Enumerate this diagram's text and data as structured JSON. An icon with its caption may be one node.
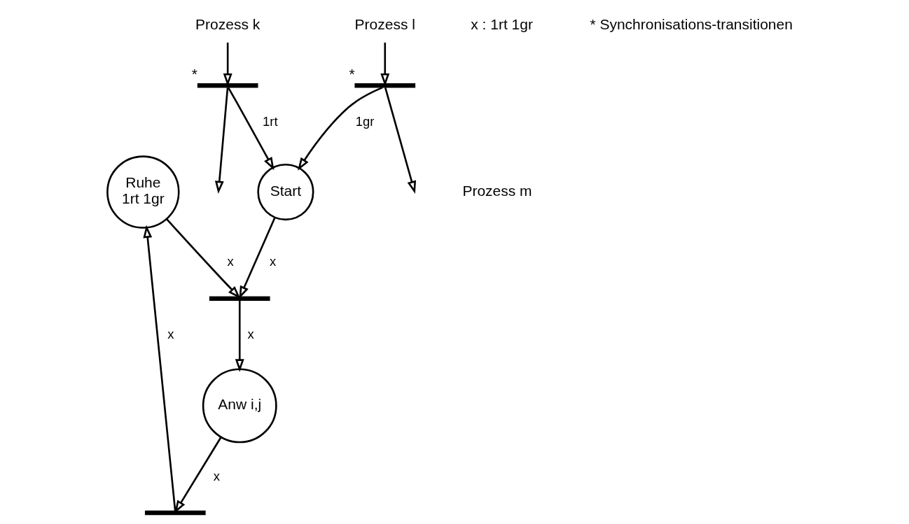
{
  "diagram": {
    "nodes": [
      {
        "text": [
          "Ruhe",
          "1rt 1gr"
        ]
      },
      {
        "text": [
          "Start"
        ]
      },
      {
        "text": [
          "Prozess k"
        ]
      },
      {
        "text": [
          "Prozess l"
        ]
      },
      {
        "text": [],
        "shape": "bar",
        "beside": [
          "*"
        ]
      },
      {
        "text": [],
        "shape": "bar",
        "beside": [
          "*"
        ]
      },
      {
        "text": [],
        "shape": "bar"
      },
      {
        "text": [],
        "shape": "bar"
      },
      {
        "text": [
          "Anw i,j"
        ]
      }
    ],
    "edges": [
      {
        "from": 0,
        "to": 7,
        "arrow": "to",
        "label": "x"
      },
      {
        "from": 1,
        "to": 7,
        "arrow": "to",
        "label": "x"
      },
      {
        "from": 7,
        "to": 8,
        "arrow": "to",
        "label": "x"
      },
      {
        "from": 8,
        "to": 6,
        "arrow": "to",
        "label": "x"
      },
      {
        "from": 6,
        "to": 0,
        "arrow": "to",
        "label": "x"
      },
      {
        "from": 2,
        "to": 4,
        "arrow": "to"
      },
      {
        "from": 3,
        "to": 5,
        "arrow": "to"
      },
      {
        "from": 4,
        "to": null,
        "arrow": "to"
      },
      {
        "from": 5,
        "to": null,
        "arrow": "to"
      },
      {
        "from": 4,
        "to": 1,
        "arrow": "to",
        "label": "1rt"
      },
      {
        "from": 5,
        "to": 1,
        "arrow": "to",
        "label": "1gr"
      }
    ],
    "labels": [
      "Prozess m",
      "x : 1rt 1gr",
      "* Synchronisations-transitionen"
    ]
  }
}
